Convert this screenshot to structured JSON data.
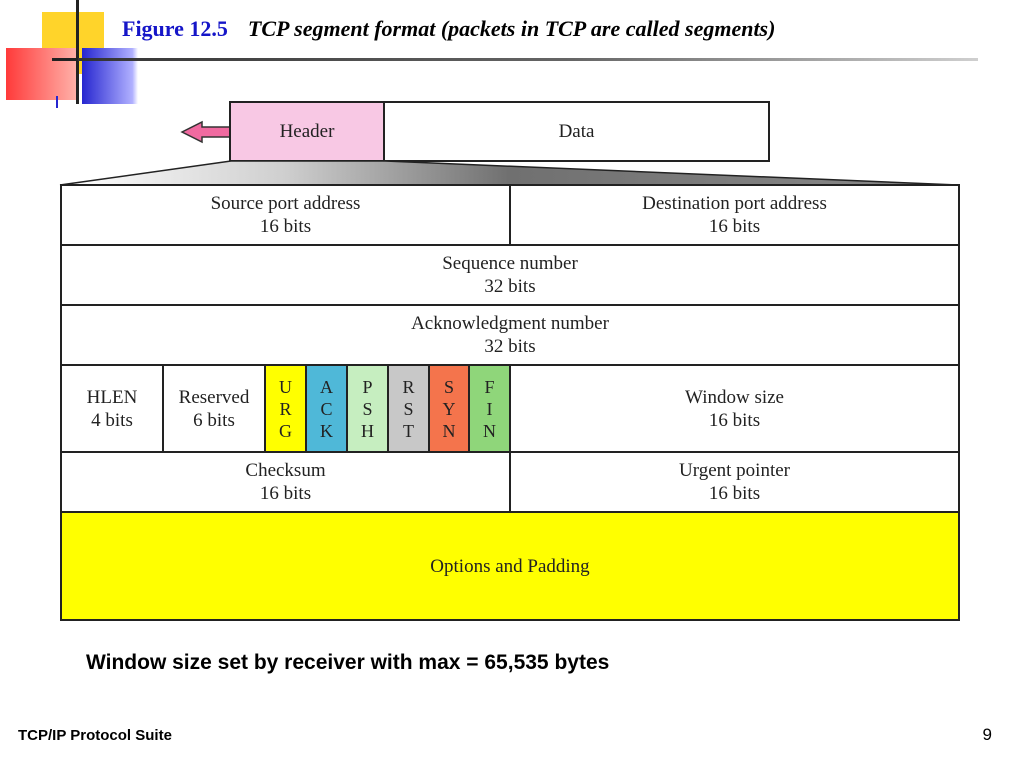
{
  "slide": {
    "figure_label": "Figure 12.5",
    "figure_caption": "TCP segment format (packets in TCP are called segments)",
    "note": "Window size set by receiver with max = 65,535 bytes",
    "footer": "TCP/IP Protocol Suite",
    "page_number": "9"
  },
  "diagram": {
    "header_label": "Header",
    "data_label": "Data",
    "rows": {
      "source_port": {
        "name": "Source port address",
        "size": "16 bits"
      },
      "dest_port": {
        "name": "Destination port address",
        "size": "16 bits"
      },
      "sequence": {
        "name": "Sequence number",
        "size": "32 bits"
      },
      "ack": {
        "name": "Acknowledgment number",
        "size": "32 bits"
      },
      "hlen": {
        "name": "HLEN",
        "size": "4 bits"
      },
      "reserved": {
        "name": "Reserved",
        "size": "6 bits"
      },
      "window": {
        "name": "Window size",
        "size": "16 bits"
      },
      "checksum": {
        "name": "Checksum",
        "size": "16 bits"
      },
      "urgent": {
        "name": "Urgent pointer",
        "size": "16 bits"
      },
      "options": {
        "name": "Options and Padding"
      }
    },
    "flags": [
      {
        "letters": [
          "U",
          "R",
          "G"
        ],
        "color": "#ffff00"
      },
      {
        "letters": [
          "A",
          "C",
          "K"
        ],
        "color": "#4fb8d8"
      },
      {
        "letters": [
          "P",
          "S",
          "H"
        ],
        "color": "#c6eec0"
      },
      {
        "letters": [
          "R",
          "S",
          "T"
        ],
        "color": "#c8c8c8"
      },
      {
        "letters": [
          "S",
          "Y",
          "N"
        ],
        "color": "#f4744c"
      },
      {
        "letters": [
          "F",
          "I",
          "N"
        ],
        "color": "#8fd67a"
      }
    ],
    "colors": {
      "header_fill": "#f8c8e4",
      "arrow_fill": "#f06aa0",
      "options_fill": "#ffff00",
      "title_color": "#1515c8"
    }
  }
}
